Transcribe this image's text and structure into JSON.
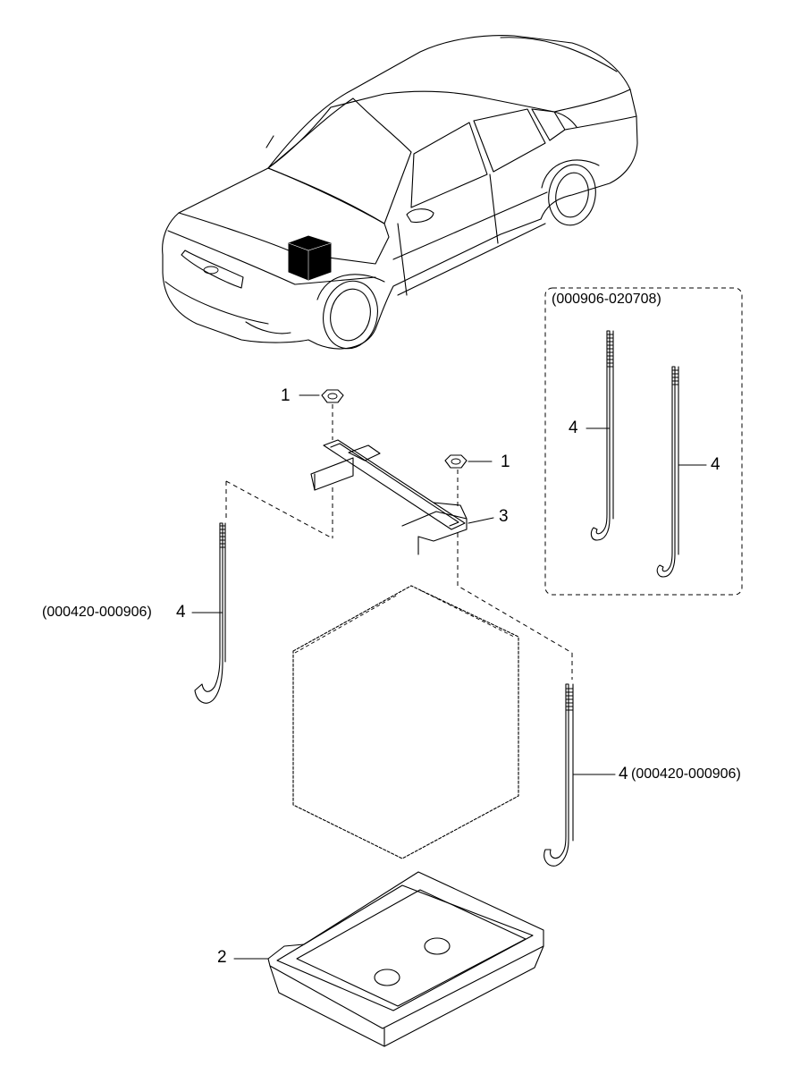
{
  "diagram": {
    "variant_box_label": "(000906-020708)",
    "callouts": {
      "nut_left": "1",
      "nut_right": "1",
      "tray": "2",
      "clamp": "3",
      "rod_box_left": "4",
      "rod_box_right": "4",
      "rod_left": "4",
      "rod_left_code": "(000420-000906)",
      "rod_right": "4",
      "rod_right_code": "(000420-000906)"
    }
  },
  "colors": {
    "line": "#000000",
    "battery_fill": "#000000",
    "background": "#ffffff"
  }
}
